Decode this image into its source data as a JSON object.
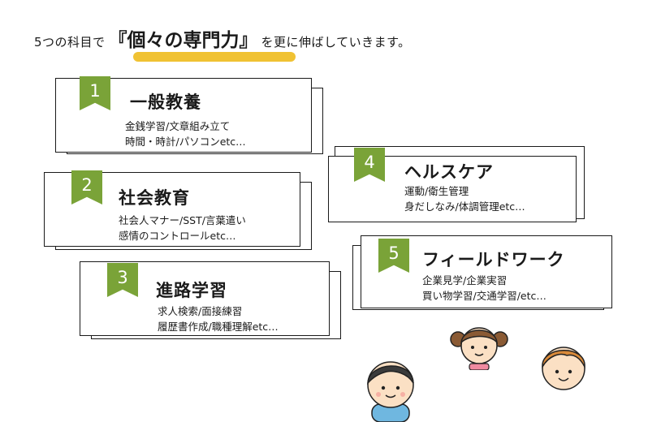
{
  "heading": {
    "prefix": "5つの科目で",
    "emphasis": "『個々の専門力』",
    "suffix": "を更に伸ばしていきます。"
  },
  "colors": {
    "ribbon": "#7aa338",
    "underline": "#f0c233"
  },
  "subjects": [
    {
      "number": "1",
      "title": "一般教養",
      "line1": "金銭学習/文章組み立て",
      "line2": "時間・時計/パソコンetc…"
    },
    {
      "number": "2",
      "title": "社会教育",
      "line1": "社会人マナー/SST/言葉遣い",
      "line2": "感情のコントロールetc…"
    },
    {
      "number": "3",
      "title": "進路学習",
      "line1": "求人検索/面接練習",
      "line2": "履歴書作成/職種理解etc…"
    },
    {
      "number": "4",
      "title": "ヘルスケア",
      "line1": "運動/衛生管理",
      "line2": "身だしなみ/体調管理etc…"
    },
    {
      "number": "5",
      "title": "フィールドワーク",
      "line1": "企業見学/企業実習",
      "line2": "買い物学習/交通学習/etc…"
    }
  ]
}
